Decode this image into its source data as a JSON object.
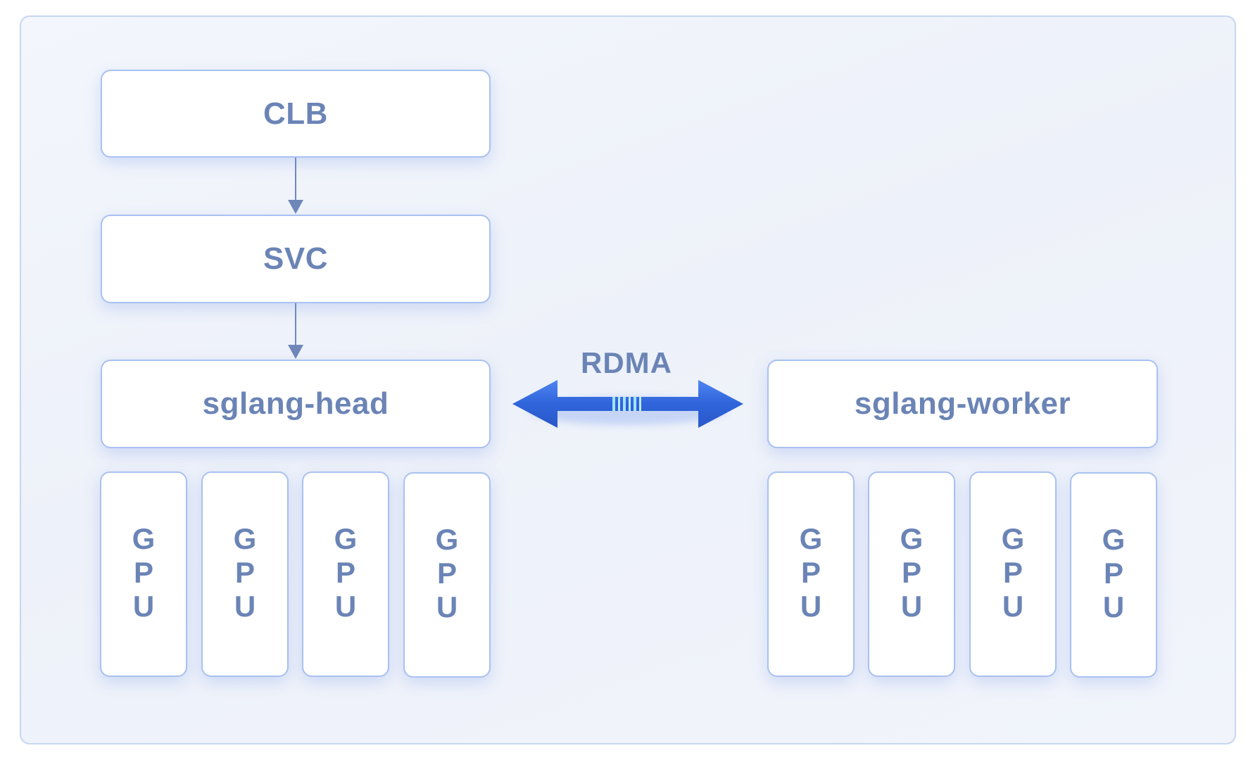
{
  "diagram": {
    "nodes": {
      "clb": "CLB",
      "svc": "SVC",
      "head": "sglang-head",
      "worker": "sglang-worker"
    },
    "link_label": "RDMA",
    "head_gpus": [
      "GPU",
      "GPU",
      "GPU",
      "GPU"
    ],
    "worker_gpus": [
      "GPU",
      "GPU",
      "GPU",
      "GPU"
    ]
  },
  "colors": {
    "node_text": "#6b84b6",
    "node_border": "#a9c1f1",
    "arrow_blue": "#2f64db",
    "connector": "#6f87b8",
    "frame_border": "#c7d6f1"
  }
}
